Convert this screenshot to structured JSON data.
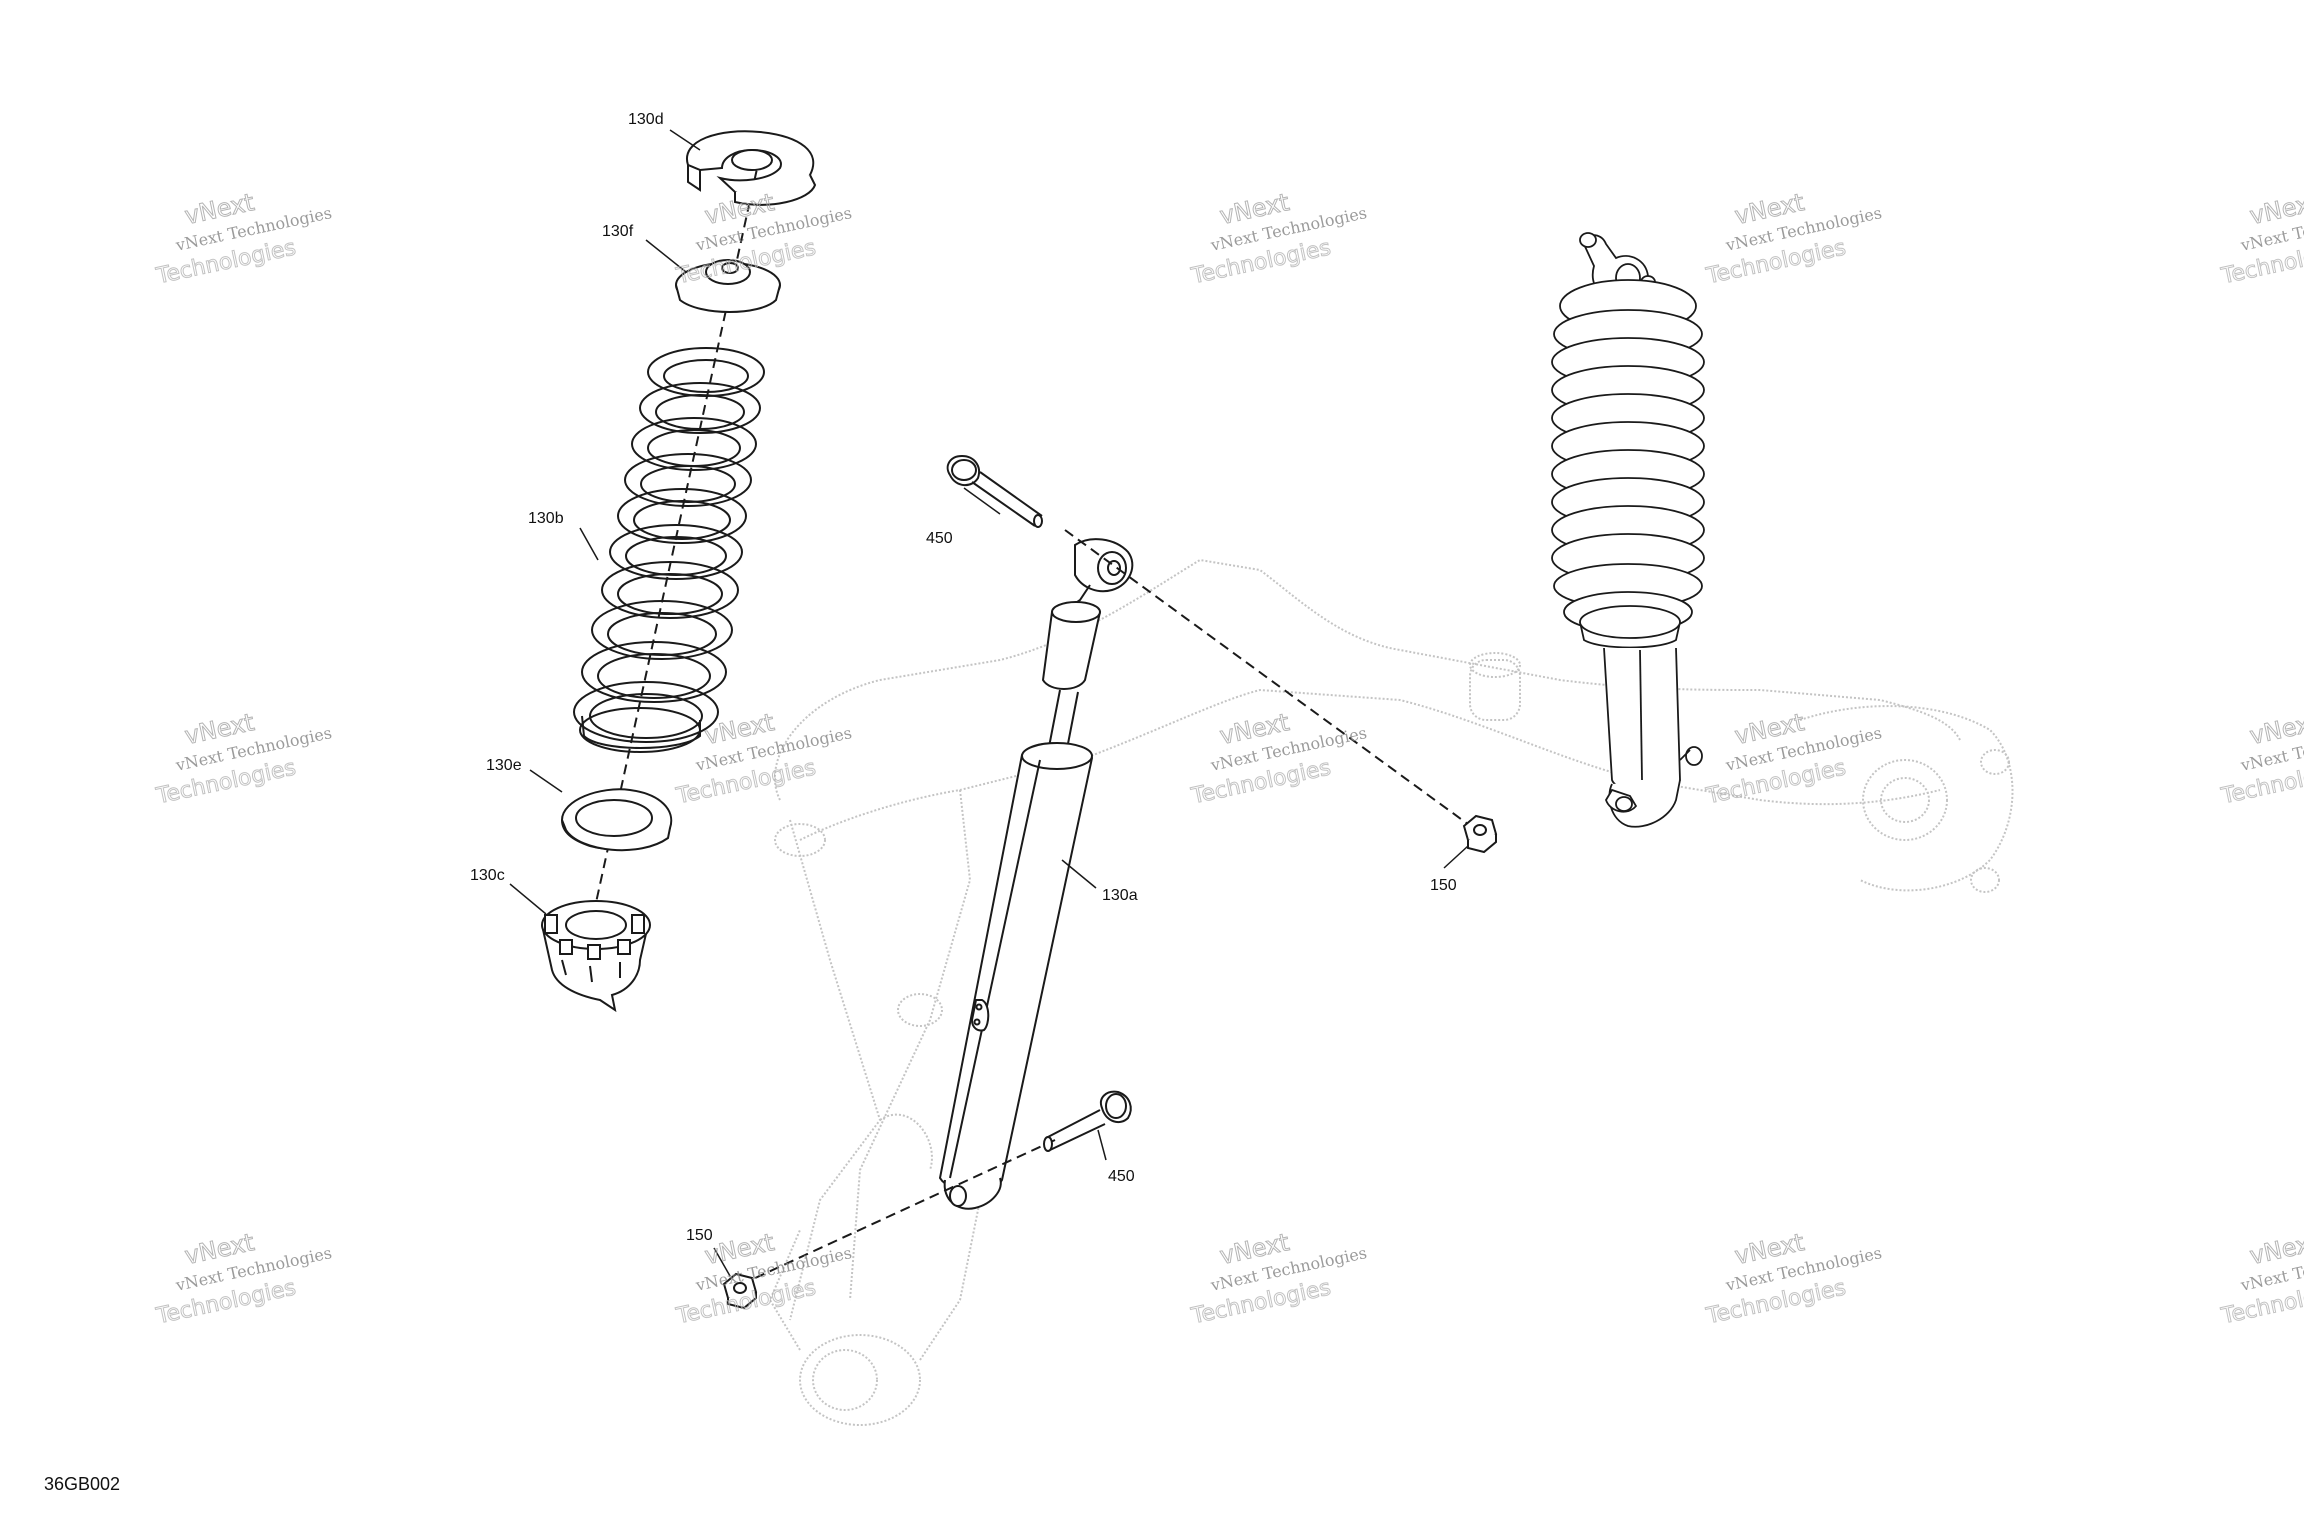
{
  "diagram": {
    "figure_code": "36GB002",
    "callouts": [
      {
        "id": "130d",
        "label": "130d"
      },
      {
        "id": "130f",
        "label": "130f"
      },
      {
        "id": "130b",
        "label": "130b"
      },
      {
        "id": "130e",
        "label": "130e"
      },
      {
        "id": "130c",
        "label": "130c"
      },
      {
        "id": "450-top",
        "label": "450"
      },
      {
        "id": "130a",
        "label": "130a"
      },
      {
        "id": "150-right",
        "label": "150"
      },
      {
        "id": "450-bottom",
        "label": "450"
      },
      {
        "id": "150-bottom",
        "label": "150"
      }
    ]
  },
  "watermark": {
    "brand": "vNext Technologies",
    "line_a": "vNext",
    "line_b": "Technologies"
  },
  "colors": {
    "line": "#1a1a1a",
    "ghost": "#bdbdbd",
    "watermark": "#9a9a9a"
  }
}
